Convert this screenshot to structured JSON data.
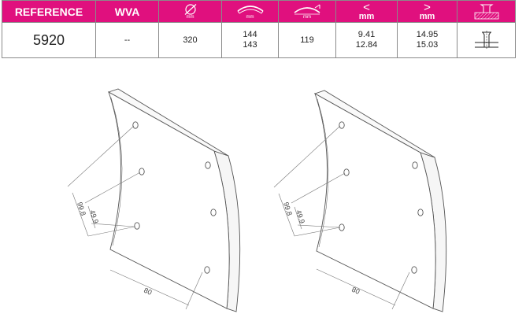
{
  "colors": {
    "accent": "#e0107e",
    "line": "#555555",
    "plate_face": "#ffffff"
  },
  "table": {
    "headers": {
      "reference": "REFERENCE",
      "wva": "WVA",
      "diameter_icon": "diameter-icon",
      "diameter_unit": "mm",
      "width_icon": "lining-width-icon",
      "width_unit": "mm",
      "thickness_icon": "lining-thickness-icon",
      "thickness_unit": "mm",
      "min_symbol": "<",
      "min_unit": "mm",
      "max_symbol": ">",
      "max_unit": "mm",
      "rivet_icon": "rivet-icon"
    },
    "row": {
      "reference": "5920",
      "wva": "--",
      "diameter": "320",
      "width_1": "144",
      "width_2": "143",
      "thickness": "119",
      "min_1": "9.41",
      "min_2": "12.84",
      "max_1": "14.95",
      "max_2": "15.03",
      "rivet_icon": "rivet-profile-icon"
    }
  },
  "drawings": {
    "left": {
      "dim_1": "99.8",
      "dim_2": "49.9",
      "dim_3": "80"
    },
    "right": {
      "dim_1": "99.8",
      "dim_2": "49.9",
      "dim_3": "80"
    }
  }
}
